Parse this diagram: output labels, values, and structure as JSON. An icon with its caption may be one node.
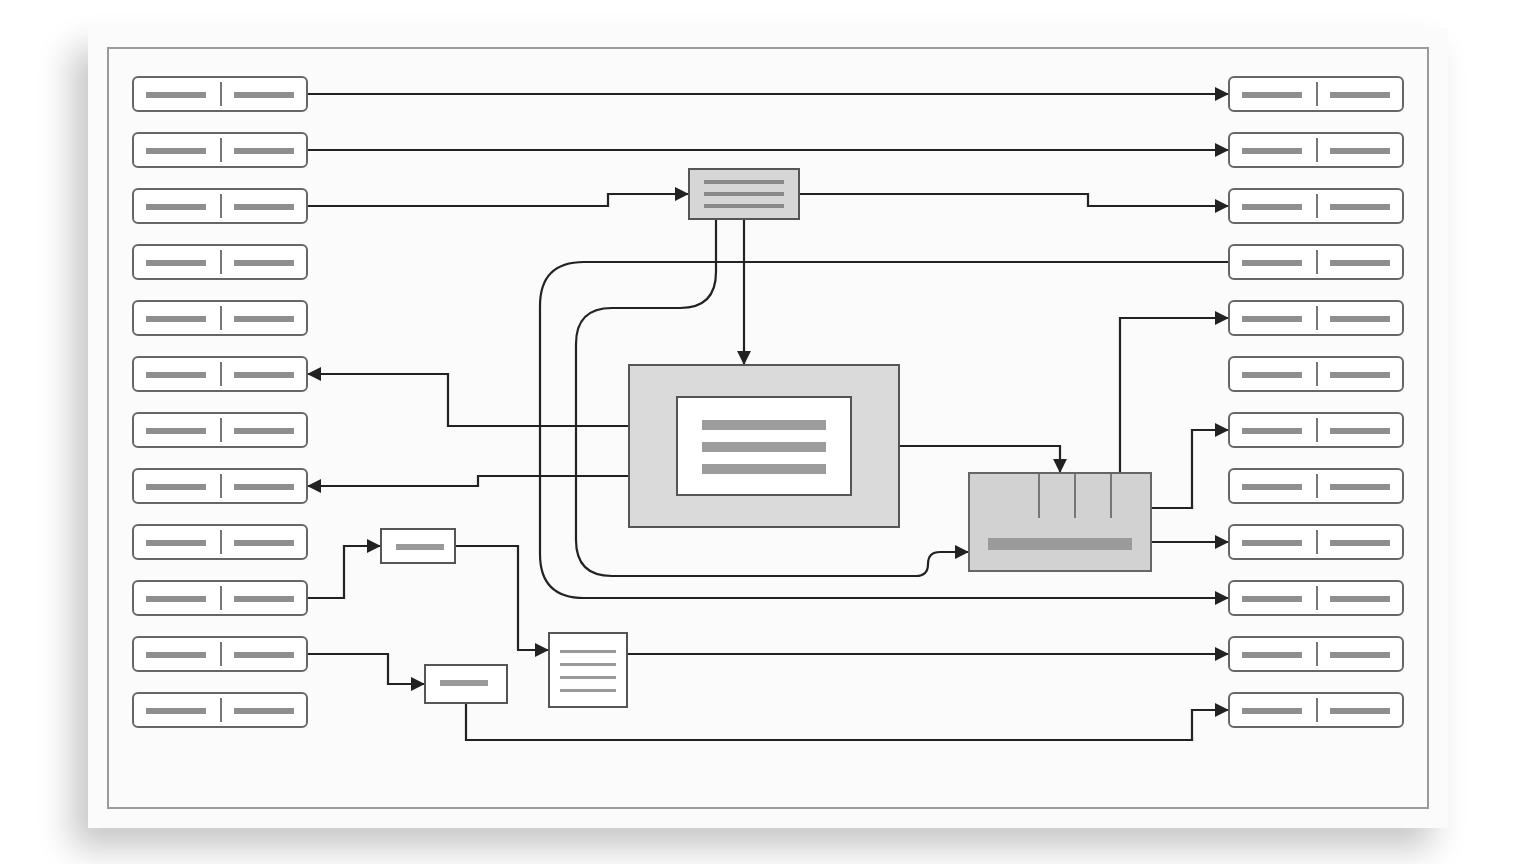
{
  "diagram": {
    "nodes": [
      {
        "text": [],
        "shape": "box"
      },
      {
        "text": [],
        "shape": "box"
      },
      {
        "text": [],
        "shape": "box",
        "in": 1
      },
      {
        "text": [],
        "shape": "box"
      },
      {
        "text": [],
        "shape": "box"
      },
      {
        "text": [],
        "shape": "box"
      },
      {
        "text": [],
        "shape": "box"
      },
      {
        "text": [],
        "shape": "box"
      },
      {
        "text": [],
        "shape": "box"
      },
      {
        "text": [],
        "shape": "box"
      },
      {
        "text": [],
        "shape": "box"
      },
      {
        "text": [],
        "shape": "box"
      },
      {
        "text": [],
        "shape": "box"
      },
      {
        "text": [],
        "shape": "box"
      },
      {
        "text": [],
        "shape": "box"
      },
      {
        "text": [],
        "shape": "box"
      },
      {
        "text": [],
        "shape": "box"
      },
      {
        "text": [],
        "shape": "box"
      },
      {
        "text": [],
        "shape": "box"
      },
      {
        "text": [],
        "shape": "box"
      },
      {
        "text": [],
        "shape": "box"
      },
      {
        "text": [],
        "shape": "box"
      },
      {
        "text": [],
        "shape": "box"
      },
      {
        "text": [],
        "shape": "box"
      },
      {
        "text": [],
        "shape": "box"
      },
      {
        "text": [],
        "shape": "box"
      },
      {
        "text": [],
        "shape": "box"
      },
      {
        "text": [],
        "shape": "box"
      },
      {
        "text": [],
        "shape": "box"
      },
      {
        "text": [],
        "shape": "box"
      },
      {
        "text": [],
        "shape": "box"
      }
    ],
    "edges": [
      {
        "from": 7,
        "to": 19,
        "arrow": "to"
      },
      {
        "from": 8,
        "to": 20,
        "arrow": "to"
      },
      {
        "from": 0,
        "to": 21,
        "arrow": "to"
      },
      {
        "from": 9,
        "to": 0,
        "arrow": "to"
      },
      {
        "from": 0,
        "to": 1,
        "arrow": "to"
      },
      {
        "from": 1,
        "to": 12,
        "arrow": "to"
      },
      {
        "from": 1,
        "to": 14,
        "arrow": "to"
      },
      {
        "from": 1,
        "to": 3,
        "arrow": "to"
      },
      {
        "from": 3,
        "to": 25,
        "arrow": "to"
      },
      {
        "from": 3,
        "to": 27,
        "arrow": "to"
      },
      {
        "from": 4,
        "to": 29,
        "arrow": "to"
      },
      {
        "from": 5,
        "to": 30,
        "arrow": "to"
      },
      {
        "from": 16,
        "to": 6,
        "arrow": "to"
      },
      {
        "from": 6,
        "to": 4,
        "arrow": "to"
      },
      {
        "from": 17,
        "to": 5,
        "arrow": "to"
      },
      {
        "from": 22,
        "to": 28,
        "arrow": "to"
      },
      {
        "from": 0,
        "to": 3,
        "arrow": "to"
      },
      {
        "from": 3,
        "to": 23,
        "arrow": "to"
      }
    ]
  }
}
